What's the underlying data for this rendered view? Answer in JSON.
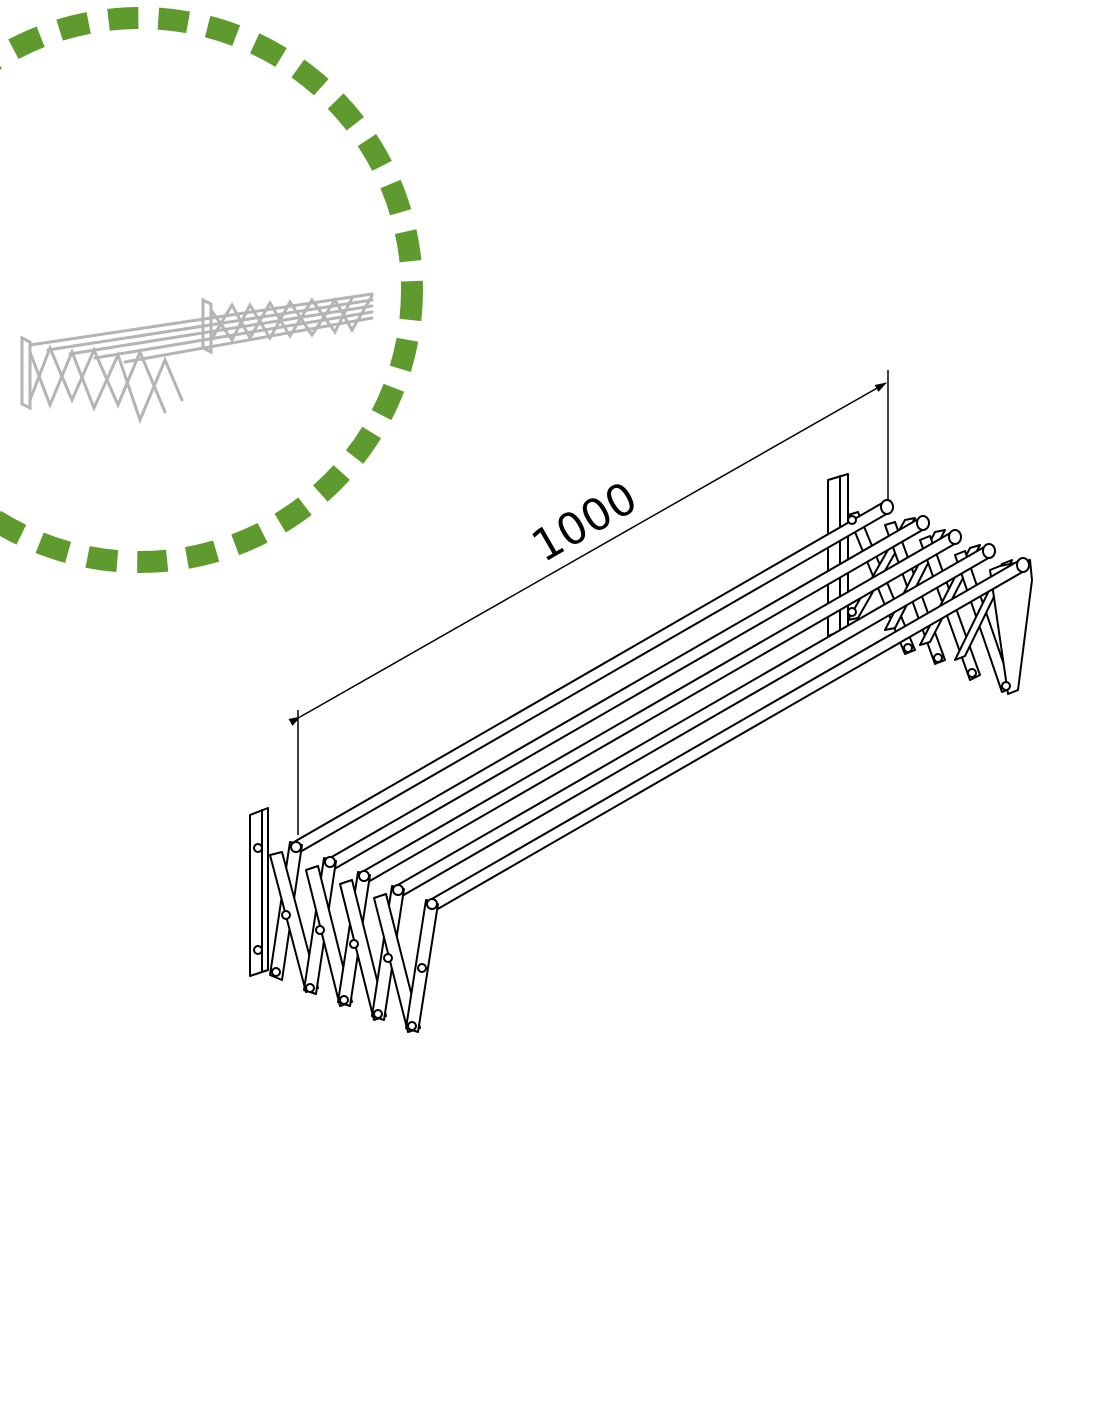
{
  "diagram": {
    "dimension_label": "1000",
    "accent_color": "#5e9a2e",
    "line_color": "#000000",
    "preview_color": "#b4b4b4",
    "rod_count": 5,
    "icons": [
      "dashed-circle-frame",
      "retracted-rack-preview",
      "extended-rack-drawing"
    ]
  }
}
